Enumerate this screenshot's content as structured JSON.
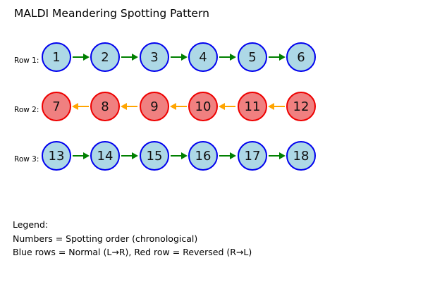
{
  "title": "MALDI Meandering Spotting Pattern",
  "rows": [
    {
      "label": "Row 1:",
      "direction": "left-to-right",
      "style": "blue",
      "cells": [
        "1",
        "2",
        "3",
        "4",
        "5",
        "6"
      ]
    },
    {
      "label": "Row 2:",
      "direction": "right-to-left",
      "style": "red",
      "cells": [
        "7",
        "8",
        "9",
        "10",
        "11",
        "12"
      ]
    },
    {
      "label": "Row 3:",
      "direction": "left-to-right",
      "style": "blue",
      "cells": [
        "13",
        "14",
        "15",
        "16",
        "17",
        "18"
      ]
    }
  ],
  "legend": {
    "heading": "Legend:",
    "line1": "Numbers = Spotting order (chronological)",
    "line2": "Blue rows = Normal (L→R), Red row = Reversed (R→L)"
  },
  "colors": {
    "blue_fill": "#ADD8E6",
    "blue_border": "#0000EE",
    "red_fill": "#F08080",
    "red_border": "#EE0000",
    "green_arrow": "#008000",
    "orange_arrow": "#FFA500"
  }
}
